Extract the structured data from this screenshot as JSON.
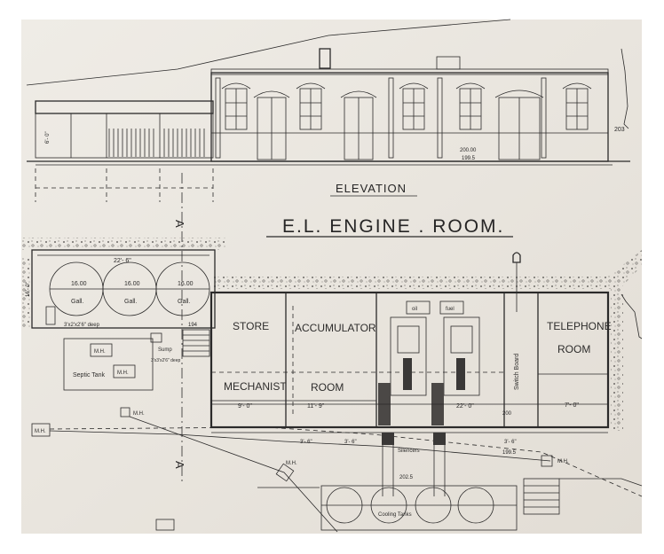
{
  "drawing": {
    "elevation_label": "ELEVATION",
    "title": "E.L. ENGINE . ROOM.",
    "tanks": [
      {
        "size": "16.00",
        "unit": "Gall."
      },
      {
        "size": "16.00",
        "unit": "Gall."
      },
      {
        "size": "16.00",
        "unit": "Gall."
      }
    ],
    "rooms": {
      "store": "STORE",
      "accumulator": "ACCUMULATOR",
      "mechanist": "MECHANIST",
      "room": "ROOM",
      "telephone": "TELEPHONE",
      "telephone_room": "ROOM",
      "switchboard": "Switch Board"
    },
    "labels": {
      "septic_tank": "Septic Tank",
      "sump": "Sump",
      "sump_size": "3'x3'x2'6\" deep",
      "deep": "3'x2'x2'6\" deep",
      "mh": "M.H.",
      "silencers": "Silencers",
      "cooling_tanks": "Cooling Tanks",
      "oil": "oil",
      "fuel": "fuel",
      "section_mark": "A"
    },
    "dimensions": {
      "d22_6": "22'- 6\"",
      "d9_0": "9'- 0\"",
      "d11_9": "11'- 9\"",
      "d22_0": "22'- 0\"",
      "d7_0": "7'- 0\"",
      "d3_6a": "3'- 6\"",
      "d3_6b": "3'- 6\"",
      "d3_6c": "3'- 6\"",
      "d16_0": "16'- 0\"",
      "d6_0": "6'- 0\"",
      "d194": "194",
      "d200": "200",
      "d199_5": "199.5",
      "d202_5": "202.5",
      "d203": "203",
      "d200_00": "200.00",
      "d199_5b": "199.5"
    }
  }
}
